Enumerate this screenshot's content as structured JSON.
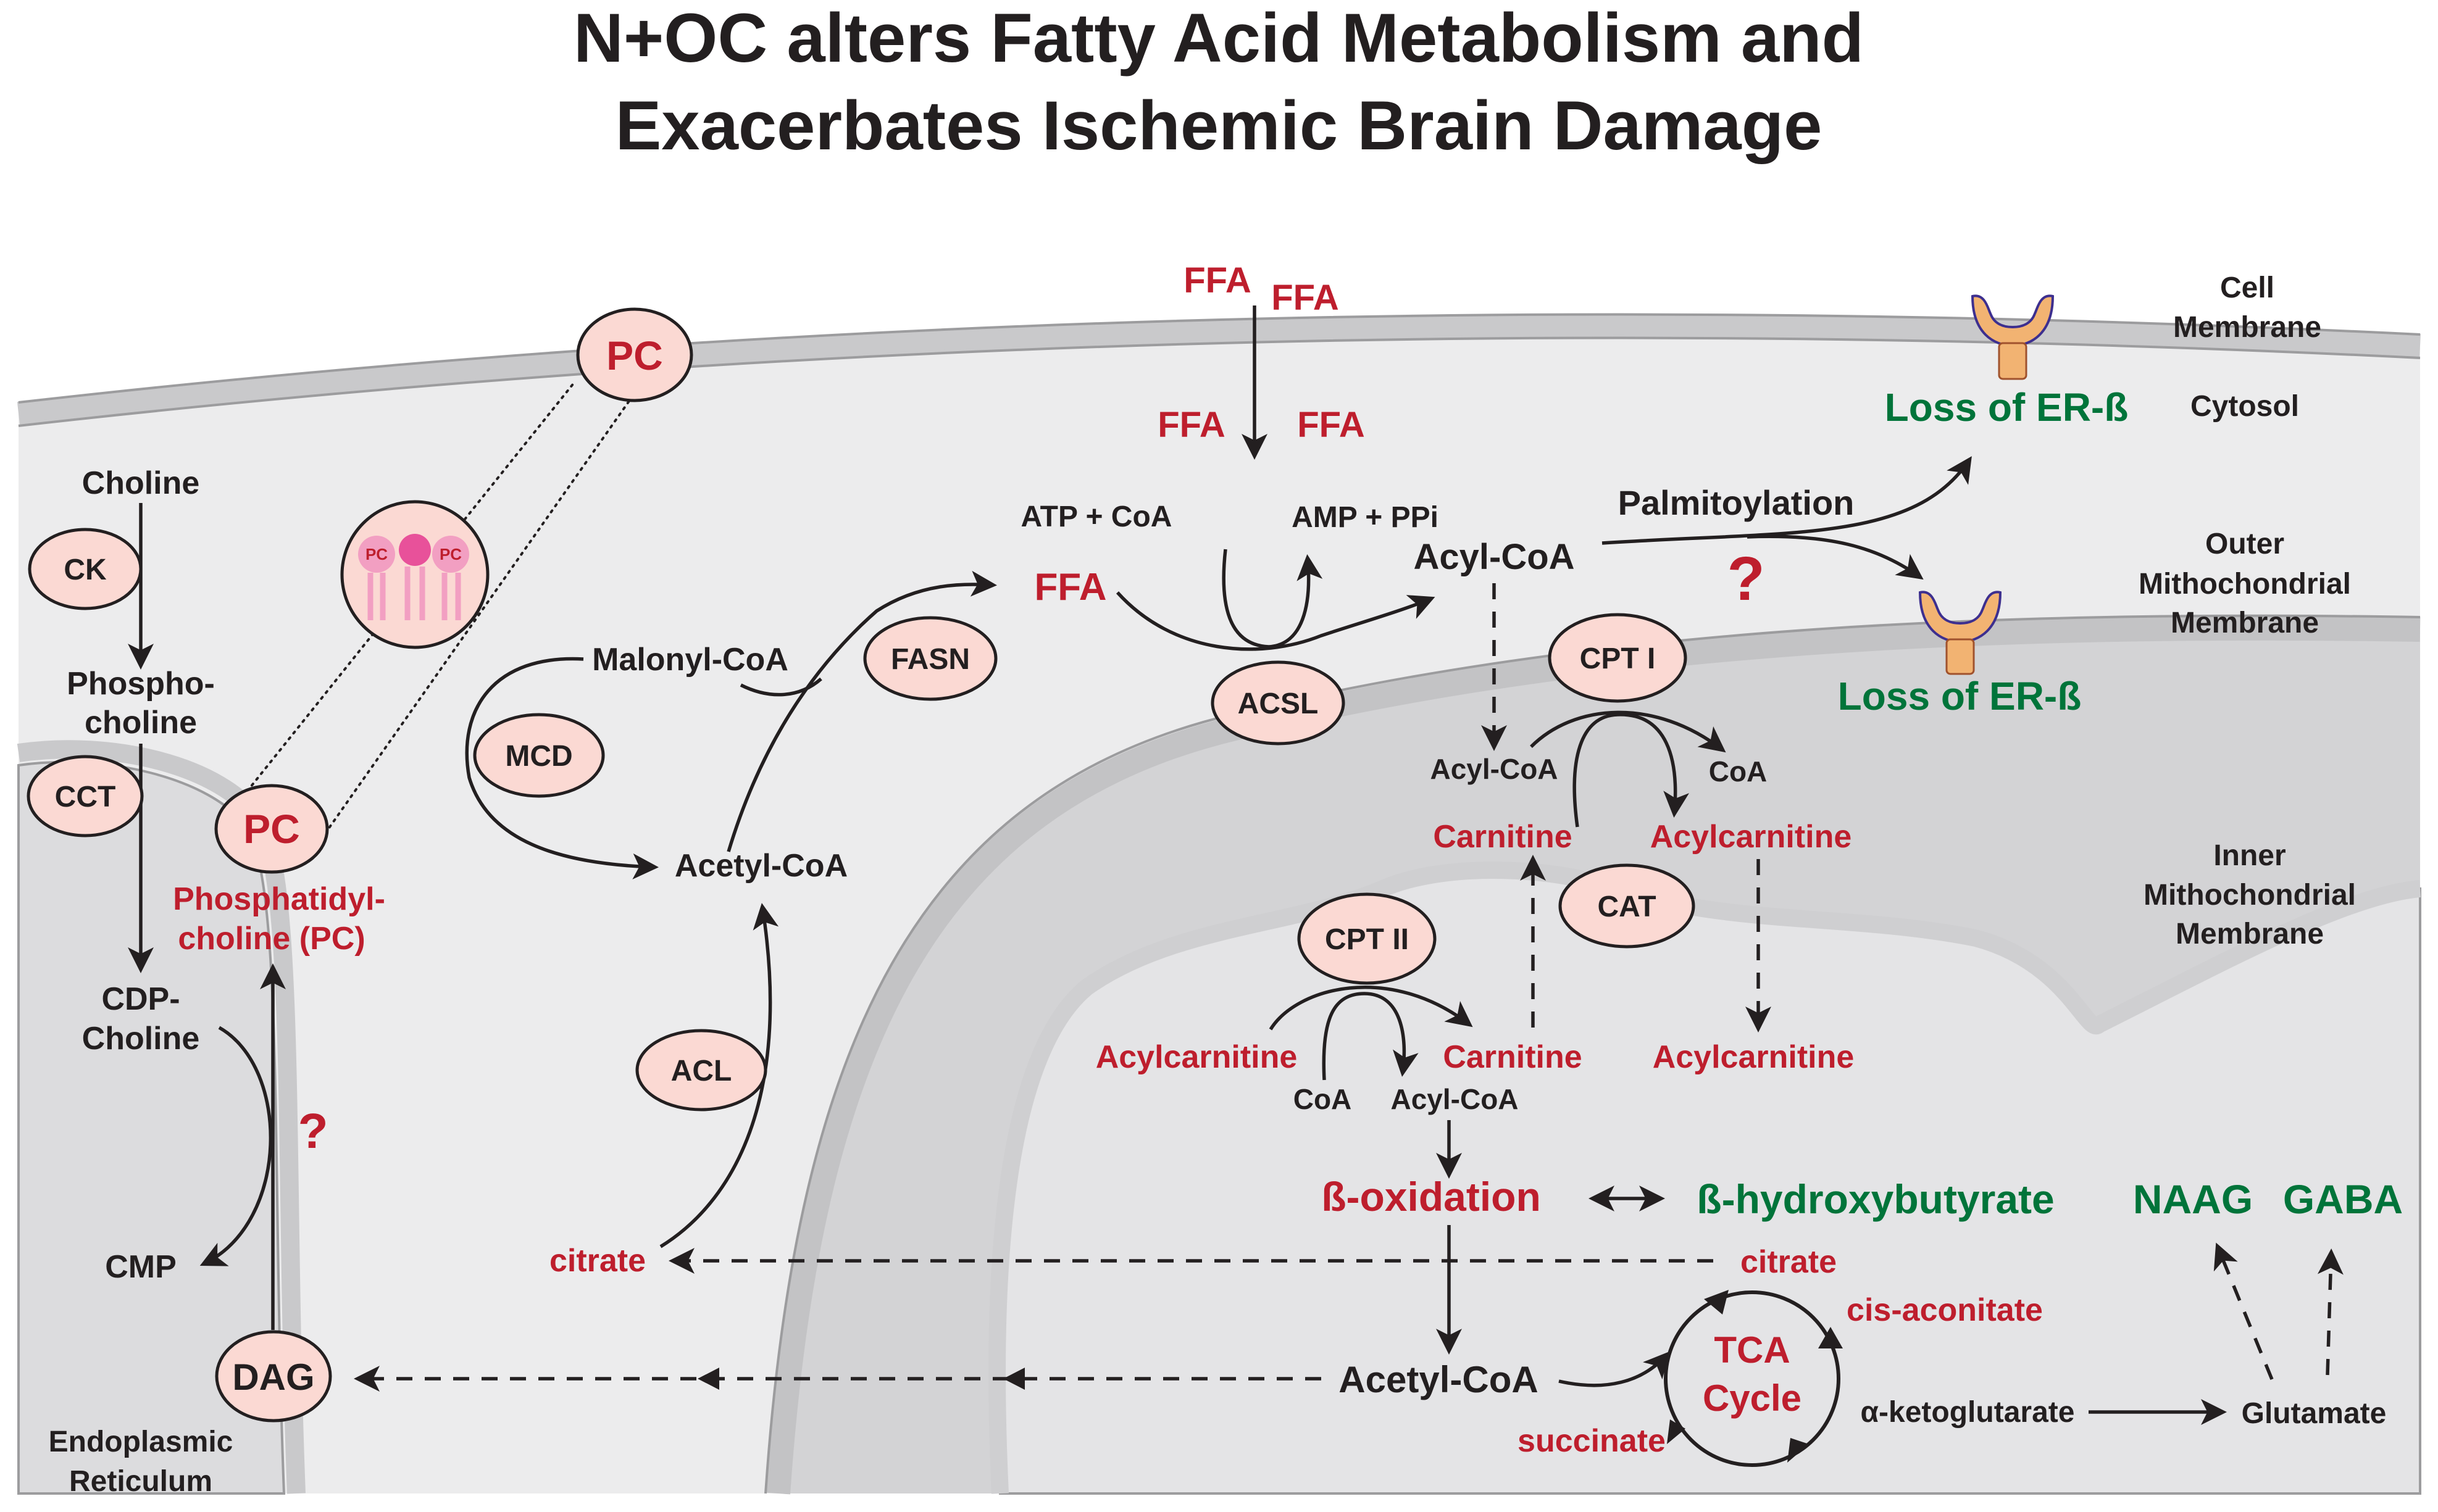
{
  "title": {
    "line1": "N+OC alters Fatty Acid Metabolism and",
    "line2": "Exacerbates Ischemic Brain Damage"
  },
  "compartments": {
    "cell_membrane_1": "Cell",
    "cell_membrane_2": "Membrane",
    "cytosol": "Cytosol",
    "outer_mito_1": "Outer",
    "outer_mito_2": "Mithochondrial",
    "outer_mito_3": "Membrane",
    "inner_mito_1": "Inner",
    "inner_mito_2": "Mithochondrial",
    "inner_mito_3": "Membrane",
    "er_1": "Endoplasmic",
    "er_2": "Reticulum"
  },
  "enzymes": {
    "ck": "CK",
    "cct": "CCT",
    "mcd": "MCD",
    "fasn": "FASN",
    "acl": "ACL",
    "acsl": "ACSL",
    "cpt1": "CPT I",
    "cpt2": "CPT II",
    "cat": "CAT",
    "dag": "DAG",
    "pc_top": "PC",
    "pc_mid": "PC",
    "pc_lipid_a": "PC",
    "pc_lipid_b": "PC"
  },
  "metabolites": {
    "choline": "Choline",
    "phosphocholine_1": "Phospho-",
    "phosphocholine_2": "choline",
    "cdp_choline_1": "CDP-",
    "cdp_choline_2": "Choline",
    "cmp": "CMP",
    "phosphatidylcholine_1": "Phosphatidyl-",
    "phosphatidylcholine_2": "choline (PC)",
    "question_1": "?",
    "question_2": "?",
    "malonyl_coa": "Malonyl-CoA",
    "acetyl_coa_cyto": "Acetyl-CoA",
    "citrate_cyto": "citrate",
    "ffa_a": "FFA",
    "ffa_b": "FFA",
    "ffa_c": "FFA",
    "ffa_d": "FFA",
    "ffa_e": "FFA",
    "atp_coa": "ATP + CoA",
    "amp_ppi": "AMP + PPi",
    "acyl_coa_main": "Acyl-CoA",
    "palmitoylation": "Palmitoylation",
    "loss_er_b_1": "Loss of ER-ß",
    "loss_er_b_2": "Loss of ER-ß",
    "acyl_coa_cpt1": "Acyl-CoA",
    "coa_cpt1": "CoA",
    "carnitine_1": "Carnitine",
    "acylcarnitine_1": "Acylcarnitine",
    "acylcarnitine_2": "Acylcarnitine",
    "carnitine_2": "Carnitine",
    "acylcarnitine_3": "Acylcarnitine",
    "coa_cpt2": "CoA",
    "acyl_coa_cpt2": "Acyl-CoA",
    "b_oxidation": "ß-oxidation",
    "b_hydroxybutyrate": "ß-hydroxybutyrate",
    "naag": "NAAG",
    "gaba": "GABA",
    "citrate_mito": "citrate",
    "cis_aconitate": "cis-aconitate",
    "acetyl_coa_mito": "Acetyl-CoA",
    "tca_1": "TCA",
    "tca_2": "Cycle",
    "alpha_kg": "α-ketoglutarate",
    "glutamate": "Glutamate",
    "succinate": "succinate"
  },
  "colors": {
    "enzyme_fill": "#fbd9d3",
    "red_text": "#be1e2d",
    "green_text": "#00743a",
    "cytosol": "#ececed",
    "mito_matrix": "#dcdcde",
    "membrane": "#c9c9cb",
    "receptor": "#f2b372"
  }
}
